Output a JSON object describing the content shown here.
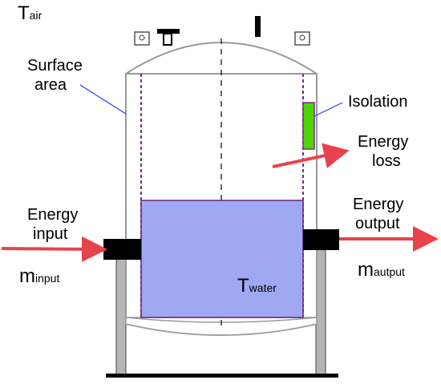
{
  "labels": {
    "t_air": {
      "main": "T",
      "sub": "air"
    },
    "surface_area": [
      "Surface",
      "area"
    ],
    "isolation": "Isolation",
    "energy_loss": [
      "Energy",
      "loss"
    ],
    "energy_input": [
      "Energy",
      "input"
    ],
    "energy_output": [
      "Energy",
      "output"
    ],
    "m_input": {
      "main": "m",
      "sub": "input"
    },
    "m_output": {
      "main": "m",
      "sub": "autput"
    },
    "t_water": {
      "main": "T",
      "sub": "water"
    }
  },
  "colors": {
    "water": "#9fa8f2",
    "water_border": "#6b1f7a",
    "isolation": "#4fd600",
    "arrow": "#e8434c",
    "callout_line": "#2a3cf0",
    "tank_outline": "#9a9a9a",
    "legs": "#b5b5b5",
    "dashed_liner": "#7a2a8a"
  }
}
